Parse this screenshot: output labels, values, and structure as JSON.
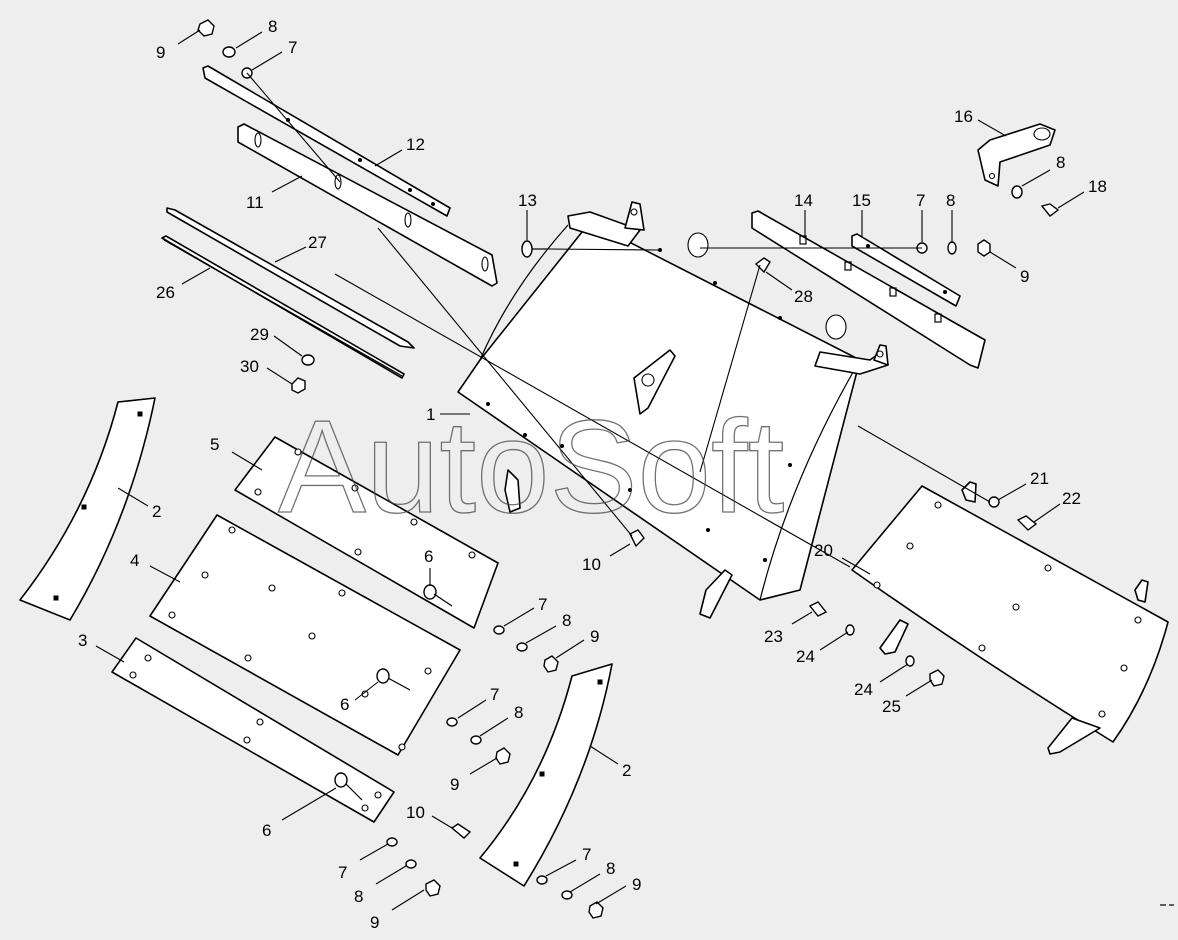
{
  "watermark": "AutoSoft",
  "callouts": [
    {
      "label": "9"
    },
    {
      "label": "8"
    },
    {
      "label": "7"
    },
    {
      "label": "12"
    },
    {
      "label": "11"
    },
    {
      "label": "27"
    },
    {
      "label": "26"
    },
    {
      "label": "29"
    },
    {
      "label": "30"
    },
    {
      "label": "13"
    },
    {
      "label": "28"
    },
    {
      "label": "14"
    },
    {
      "label": "15"
    },
    {
      "label": "7"
    },
    {
      "label": "8"
    },
    {
      "label": "9"
    },
    {
      "label": "16"
    },
    {
      "label": "8"
    },
    {
      "label": "18"
    },
    {
      "label": "1"
    },
    {
      "label": "2"
    },
    {
      "label": "5"
    },
    {
      "label": "4"
    },
    {
      "label": "6"
    },
    {
      "label": "7"
    },
    {
      "label": "8"
    },
    {
      "label": "9"
    },
    {
      "label": "10"
    },
    {
      "label": "6"
    },
    {
      "label": "7"
    },
    {
      "label": "8"
    },
    {
      "label": "9"
    },
    {
      "label": "3"
    },
    {
      "label": "6"
    },
    {
      "label": "7"
    },
    {
      "label": "8"
    },
    {
      "label": "9"
    },
    {
      "label": "10"
    },
    {
      "label": "2"
    },
    {
      "label": "7"
    },
    {
      "label": "8"
    },
    {
      "label": "9"
    },
    {
      "label": "21"
    },
    {
      "label": "22"
    },
    {
      "label": "20"
    },
    {
      "label": "23"
    },
    {
      "label": "24"
    },
    {
      "label": "24"
    },
    {
      "label": "25"
    }
  ]
}
